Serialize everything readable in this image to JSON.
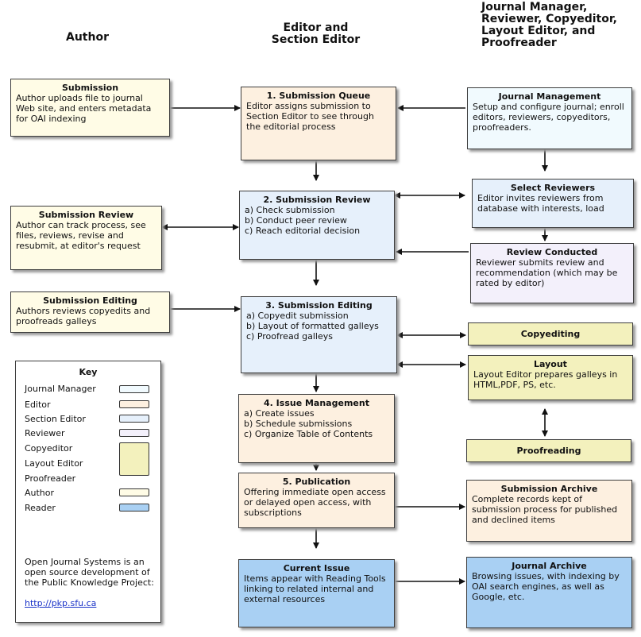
{
  "headers": {
    "author": "Author",
    "editor": "Editor and\nSection Editor",
    "journal": "Journal Manager,\nReviewer, Copyeditor,\nLayout Editor, and\nProofreader"
  },
  "author_boxes": {
    "submission": {
      "title": "Submission",
      "body": "Author uploads file to journal Web site, and enters metadata for OAI indexing"
    },
    "review": {
      "title": "Submission Review",
      "body": "Author can track process, see files, reviews, revise and resubmit, at editor's request"
    },
    "editing": {
      "title": "Submission Editing",
      "body": "Authors reviews copyedits and proofreads galleys"
    }
  },
  "editor_boxes": {
    "queue": {
      "title": "1. Submission Queue",
      "body": "Editor assigns submission to Section Editor to see through the editorial process"
    },
    "review": {
      "title": "2. Submission Review",
      "body": "a) Check submission\nb) Conduct peer review\nc) Reach editorial decision"
    },
    "editing": {
      "title": "3. Submission Editing",
      "body": "a) Copyedit submission\nb) Layout of formatted galleys\nc) Proofread galleys"
    },
    "issue": {
      "title": "4. Issue Management",
      "body": "a) Create issues\nb) Schedule submissions\nc) Organize Table of Contents"
    },
    "publication": {
      "title": "5. Publication",
      "body": "Offering immediate open access or delayed open access, with subscriptions"
    },
    "current": {
      "title": "Current Issue",
      "body": "Items appear with Reading Tools linking to related internal and external resources"
    }
  },
  "journal_boxes": {
    "management": {
      "title": "Journal Management",
      "body": "Setup and configure journal; enroll editors, reviewers, copyeditors, proofreaders."
    },
    "select": {
      "title": "Select Reviewers",
      "body": "Editor invites reviewers from database with interests, load"
    },
    "conducted": {
      "title": "Review Conducted",
      "body": "Reviewer submits review and recommendation (which may be rated by editor)"
    },
    "copyediting": {
      "title": "Copyediting"
    },
    "layout": {
      "title": "Layout",
      "body": "Layout Editor prepares galleys in HTML,PDF, PS, etc."
    },
    "proofreading": {
      "title": "Proofreading"
    },
    "submission_archive": {
      "title": "Submission Archive",
      "body": "Complete records kept of submission process for published and declined items"
    },
    "journal_archive": {
      "title": "Journal Archive",
      "body": "Browsing issues, with indexing by OAI search engines, as well as Google, etc."
    }
  },
  "key": {
    "title": "Key",
    "items": [
      "Journal Manager",
      "Editor",
      "Section Editor",
      "Reviewer",
      "Copyeditor",
      "Layout Editor",
      "Proofreader",
      "Author",
      "Reader"
    ],
    "footer": "Open Journal Systems is an open source development of the Public Knowledge Project:",
    "link": "http://pkp.sfu.ca"
  },
  "colors": {
    "journal_manager": "#f1fafe",
    "editor": "#fdf0e0",
    "section_editor": "#e6f0fb",
    "reviewer": "#f3f0fb",
    "production": "#f3f1bd",
    "author": "#fffce6",
    "reader": "#a9d0f3"
  }
}
